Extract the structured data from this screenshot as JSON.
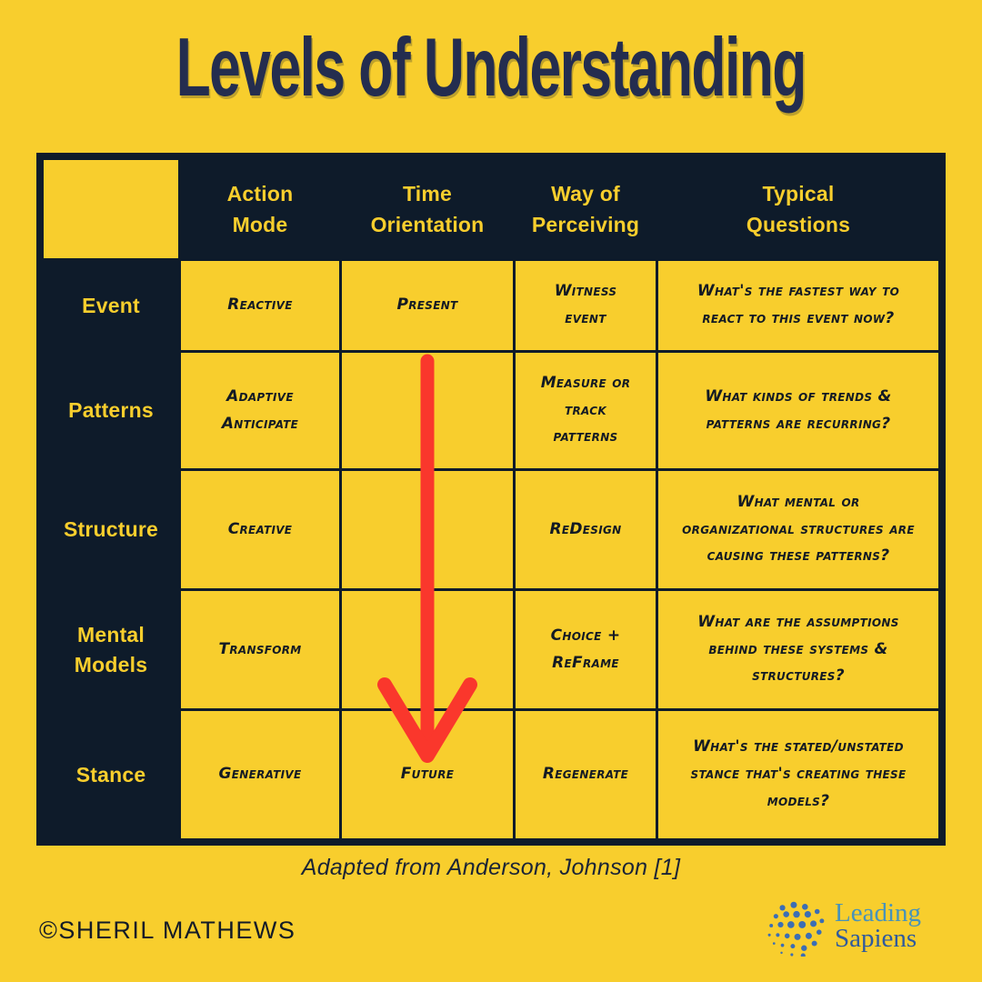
{
  "page": {
    "title": "Levels of Understanding"
  },
  "table": {
    "columns": [
      "Action\nMode",
      "Time\nOrientation",
      "Way of\nPerceiving",
      "Typical\nQuestions"
    ],
    "rows": [
      {
        "label": "Event",
        "cells": [
          "Reactive",
          "Present",
          "Witness\nevent",
          "What's the fastest way to\nreact to this event now?"
        ]
      },
      {
        "label": "Patterns",
        "cells": [
          "Adaptive\nAnticipate",
          "",
          "Measure or\ntrack\npatterns",
          "What kinds of trends &\npatterns are recurring?"
        ]
      },
      {
        "label": "Structure",
        "cells": [
          "Creative",
          "",
          "ReDesign",
          "What mental or\norganizational structures are\ncausing these patterns?"
        ]
      },
      {
        "label": "Mental\nModels",
        "cells": [
          "Transform",
          "",
          "Choice +\nReFrame",
          "What are the assumptions\nbehind these systems &\nstructures?"
        ]
      },
      {
        "label": "Stance",
        "cells": [
          "Generative",
          "Future",
          "Regenerate",
          "What's the stated/unstated\nstance that's creating these\nmodels?"
        ]
      }
    ]
  },
  "arrow": {
    "color": "#FA372C"
  },
  "caption": "Adapted from Anderson, Johnson [1]",
  "footer": {
    "copyright": "©SHERIL MATHEWS",
    "brand": {
      "line1": "Leading",
      "line2": "Sapiens"
    }
  },
  "colors": {
    "background": "#F8CE2D",
    "table_frame": "#0E1B2A",
    "title_text": "#242D4F",
    "header_text": "#F8CE2D",
    "body_text": "#131A24",
    "arrow_red": "#FA372C",
    "logo_blue_dots": "#3C6EB4",
    "logo_text_light": "#4893B9",
    "logo_text_dark": "#2F5A9E"
  }
}
